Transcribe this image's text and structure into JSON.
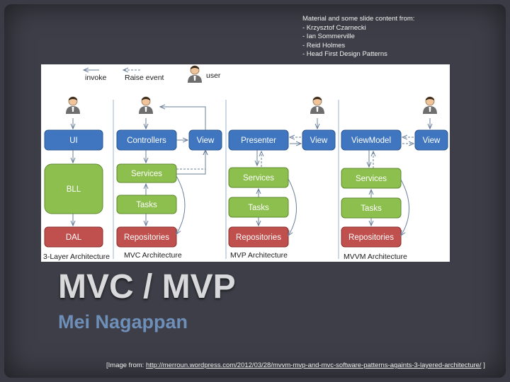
{
  "credits": {
    "lines": [
      "Material and some slide content from:",
      "- Krzysztof Czarnecki",
      "- Ian Sommerville",
      "- Reid Holmes",
      "- Head First Design Patterns"
    ]
  },
  "legend": {
    "invoke": "invoke",
    "raise_event": "Raise event",
    "user": "user"
  },
  "diagram": {
    "three_layer": {
      "ui": "UI",
      "bll": "BLL",
      "dal": "DAL",
      "caption": "3-Layer Architecture"
    },
    "mvc": {
      "controllers": "Controllers",
      "view": "View",
      "services": "Services",
      "tasks": "Tasks",
      "repositories": "Repositories",
      "caption": "MVC Architecture"
    },
    "mvp": {
      "presenter": "Presenter",
      "view": "View",
      "services": "Services",
      "tasks": "Tasks",
      "repositories": "Repositories",
      "caption": "MVP Architecture"
    },
    "mvvm": {
      "viewmodel": "ViewModel",
      "view": "View",
      "services": "Services",
      "tasks": "Tasks",
      "repositories": "Repositories",
      "caption": "MVVM Architecture"
    }
  },
  "colors": {
    "blue_box": "#3f76bf",
    "green_box": "#8cbf4e",
    "red_box": "#c0504d"
  },
  "slide": {
    "title": "MVC / MVP",
    "subtitle": "Mei Nagappan",
    "source_prefix": "[Image from: ",
    "source_link": "http://merroun.wordpress.com/2012/03/28/mvvm-mvp-and-mvc-software-patterns-againts-3-layered-architecture/",
    "source_suffix": " ]"
  }
}
